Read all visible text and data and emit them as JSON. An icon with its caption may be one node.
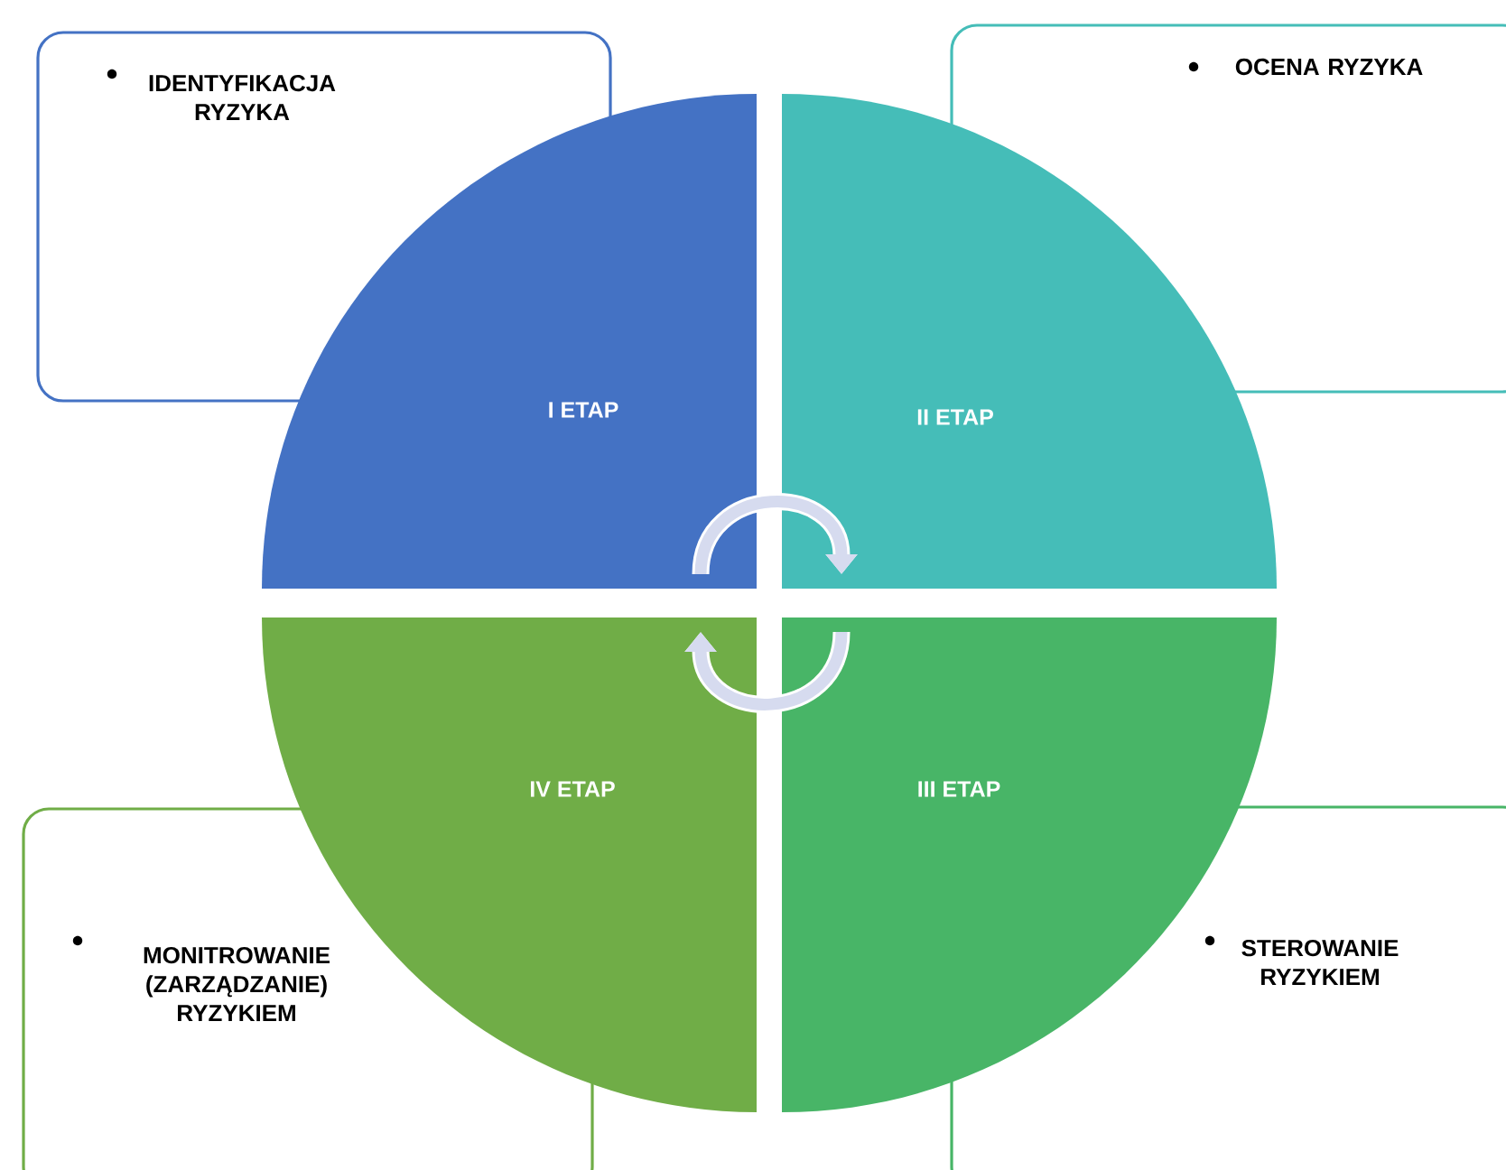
{
  "diagram": {
    "nodes": [
      {
        "text": [
          "IDENTYFIKACJA RYZYKA"
        ]
      },
      {
        "text": [
          "OCENA RYZYKA"
        ]
      },
      {
        "text": [
          "MONITROWANIE (ZARZĄDZANIE) RYZYKIEM"
        ]
      },
      {
        "text": [
          "STEROWANIE RYZYKIEM"
        ]
      },
      {
        "text": [
          "I ETAP"
        ]
      },
      {
        "text": [
          "II ETAP"
        ]
      },
      {
        "text": [
          "III ETAP"
        ]
      },
      {
        "text": [
          "IV ETAP"
        ]
      }
    ],
    "edges": [
      {
        "from": 4,
        "to": 5,
        "arrow": "to"
      },
      {
        "from": 6,
        "to": 7,
        "arrow": "to"
      }
    ]
  }
}
